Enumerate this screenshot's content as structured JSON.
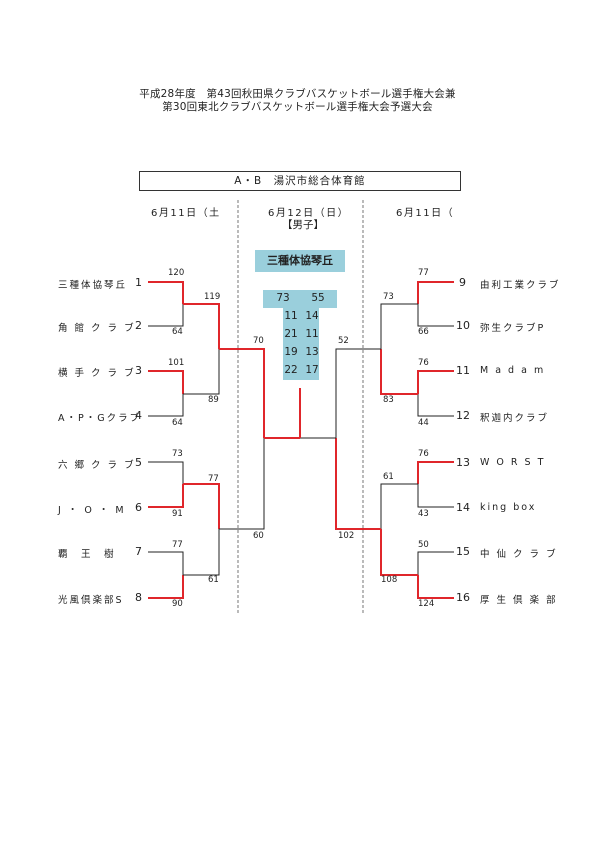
{
  "header": {
    "title_line1": "平成28年度　第43回秋田県クラブバスケットボール選手権大会兼",
    "title_line2": "第30回東北クラブバスケットボール選手権大会予選大会",
    "venue": "A・B　湯沢市総合体育館",
    "date_left": "6月11日（土",
    "date_center": "6月12日（日）",
    "date_right": "6月11日（",
    "gender": "【男子】"
  },
  "champion": "三種体協琴丘",
  "teams_left": [
    {
      "seed": "1",
      "name": "三種体協琴丘"
    },
    {
      "seed": "2",
      "name": "角 館 ク ラ ブ"
    },
    {
      "seed": "3",
      "name": "横 手 ク ラ ブ"
    },
    {
      "seed": "4",
      "name": "A・P・Gクラブ"
    },
    {
      "seed": "5",
      "name": "六 郷 ク ラ ブ"
    },
    {
      "seed": "6",
      "name": "J ・ O ・ M"
    },
    {
      "seed": "7",
      "name": "覇　王　樹"
    },
    {
      "seed": "8",
      "name": "光風倶楽部S"
    }
  ],
  "teams_right": [
    {
      "seed": "9",
      "name": "由利工業クラブ"
    },
    {
      "seed": "10",
      "name": "弥生クラブP"
    },
    {
      "seed": "11",
      "name": "M a d a m"
    },
    {
      "seed": "12",
      "name": "釈迦内クラブ"
    },
    {
      "seed": "13",
      "name": "W O R S T"
    },
    {
      "seed": "14",
      "name": "king box"
    },
    {
      "seed": "15",
      "name": "中 仙 ク ラ ブ"
    },
    {
      "seed": "16",
      "name": "厚 生 倶 楽 部"
    }
  ],
  "scores_left_r1": [
    "120",
    "64",
    "101",
    "64",
    "73",
    "91",
    "77",
    "90"
  ],
  "scores_left_r2": [
    "119",
    "89",
    "77",
    "61"
  ],
  "scores_left_sf": [
    "70",
    "60"
  ],
  "scores_right_r1": [
    "77",
    "66",
    "76",
    "44",
    "76",
    "43",
    "50",
    "124"
  ],
  "scores_right_r2": [
    "73",
    "83",
    "61",
    "108"
  ],
  "scores_right_sf": [
    "52",
    "102"
  ],
  "final_periods": [
    {
      "left": "73",
      "right": "55"
    },
    {
      "left": "11",
      "right": "14"
    },
    {
      "left": "21",
      "right": "11"
    },
    {
      "left": "19",
      "right": "13"
    },
    {
      "left": "22",
      "right": "17"
    }
  ],
  "colors": {
    "winner_line": "#e0262b",
    "loser_line": "#222222",
    "final_box": "#9acfdc"
  }
}
